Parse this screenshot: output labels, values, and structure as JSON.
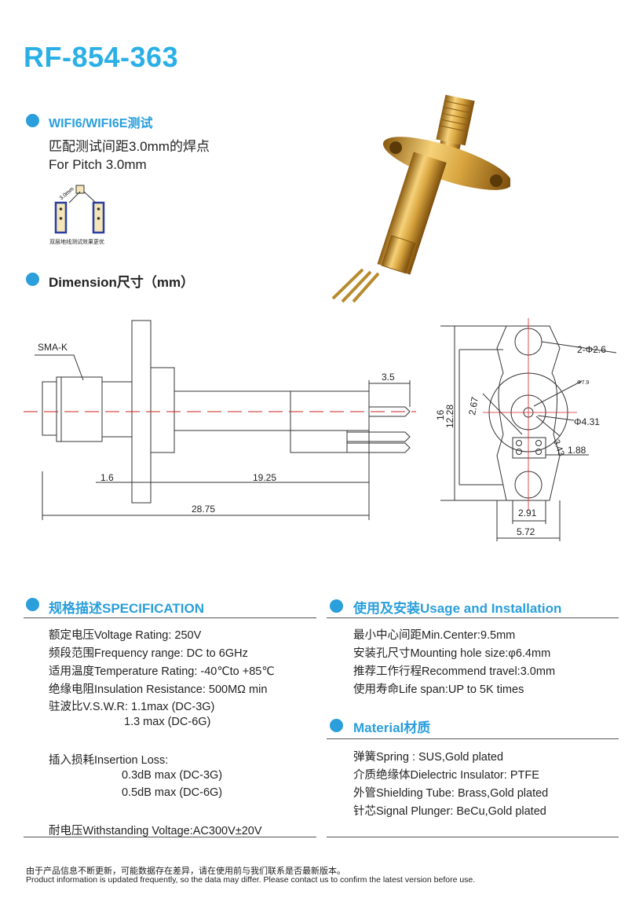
{
  "header": {
    "title": "RF-854-363"
  },
  "wifi": {
    "heading": "WIFI6/WIFI6E测试",
    "line_cn": "匹配测试间距3.0mm的焊点",
    "line_en": "For Pitch 3.0mm",
    "pad_label": "3.0mm",
    "pad_caption": "双层地线测试效果更优"
  },
  "dimension": {
    "heading": "Dimension尺寸（mm）",
    "side": {
      "sma_label": "SMA-K",
      "dim_tip": "3.5",
      "dim_flange": "1.6",
      "dim_body": "19.25",
      "dim_total": "28.75"
    },
    "front": {
      "holes": "2-Φ2.6",
      "d_small": "Φ7.9",
      "d_pin": "Φ4.31",
      "h_total": "16",
      "h_inner": "12.28",
      "r1": "2.67",
      "r2": "3.43",
      "w_pad": "1.88",
      "w_pin": "2.91",
      "w_total": "5.72"
    }
  },
  "spec": {
    "heading": "规格描述SPECIFICATION",
    "lines": [
      "额定电压Voltage Rating: 250V",
      "频段范围Frequency range: DC to 6GHz",
      "适用温度Temperature Rating: -40℃to +85℃",
      "绝缘电阻Insulation Resistance: 500MΩ min",
      "驻波比V.S.W.R: 1.1max (DC-3G)",
      "1.3 max (DC-6G)",
      "插入损耗Insertion Loss:",
      "0.3dB max (DC-3G)",
      "0.5dB max (DC-6G)",
      "耐电压Withstanding Voltage:AC300V±20V"
    ]
  },
  "usage": {
    "heading": "使用及安装Usage and Installation",
    "lines": [
      "最小中心间距Min.Center:9.5mm",
      "安装孔尺寸Mounting hole size:φ6.4mm",
      "推荐工作行程Recommend travel:3.0mm",
      "使用寿命Life span:UP to 5K times"
    ]
  },
  "material": {
    "heading": "Material材质",
    "lines": [
      "弹簧Spring : SUS,Gold plated",
      "介质绝缘体Dielectric Insulator: PTFE",
      "外管Shielding Tube: Brass,Gold plated",
      "针芯Signal Plunger: BeCu,Gold plated"
    ]
  },
  "footer": {
    "cn": "由于产品信息不断更新，可能数据存在差异，请在使用前与我们联系是否最新版本。",
    "en": "Product information is updated frequently, so the data may differ. Please contact us to confirm the latest version before use."
  },
  "colors": {
    "accent": "#2a9fdc",
    "title": "#2ab0e6",
    "gold": "#d9a640",
    "center_line": "#cc2222"
  }
}
